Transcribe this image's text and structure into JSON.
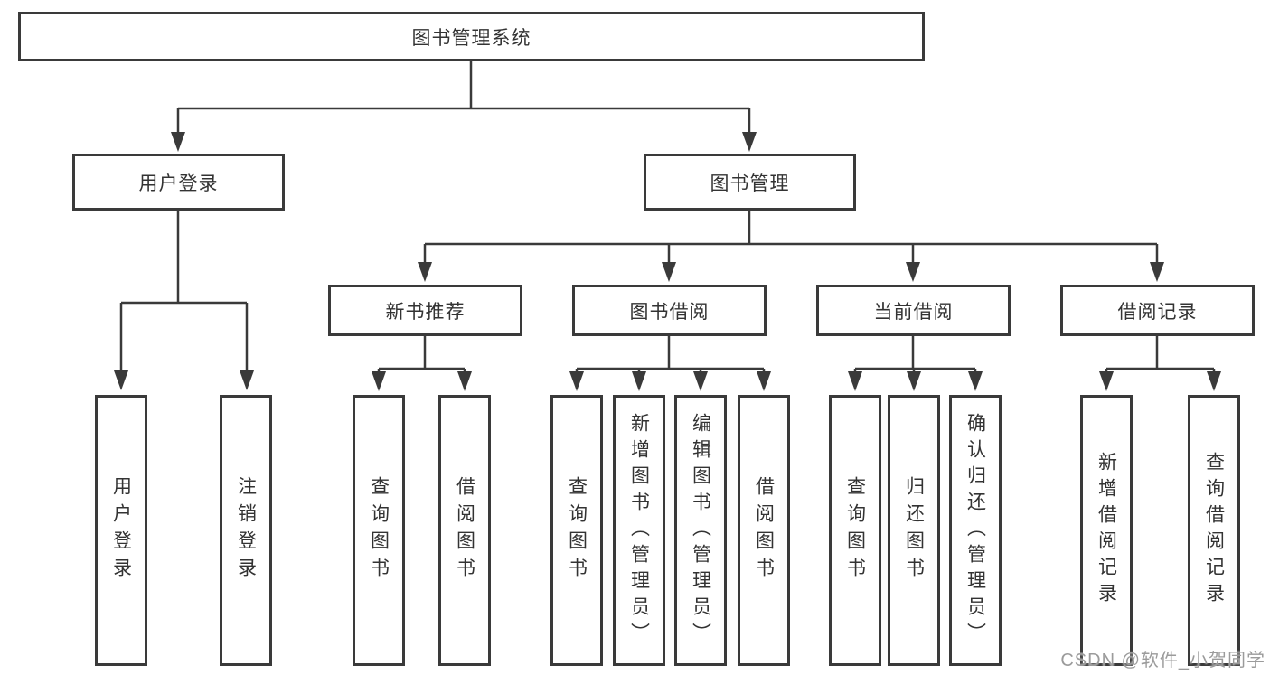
{
  "tree": {
    "root": "图书管理系统",
    "level1": {
      "user_login": "用户登录",
      "book_mgmt": "图书管理"
    },
    "level2": {
      "new_books": "新书推荐",
      "borrowing": "图书借阅",
      "current": "当前借阅",
      "records": "借阅记录"
    },
    "leaves": {
      "user_login": [
        "用户登录",
        "注销登录"
      ],
      "new_books": [
        "查询图书",
        "借阅图书"
      ],
      "borrowing": [
        "查询图书",
        "新增图书（管理员）",
        "编辑图书（管理员）",
        "借阅图书"
      ],
      "current": [
        "查询图书",
        "归还图书",
        "确认归还（管理员）"
      ],
      "records": [
        "新增借阅记录",
        "查询借阅记录"
      ]
    }
  },
  "watermark": "CSDN @软件_小贺同学",
  "colors": {
    "line": "#3a3a3a",
    "text": "#333333",
    "watermark": "#9b9b9b",
    "background": "#ffffff"
  }
}
